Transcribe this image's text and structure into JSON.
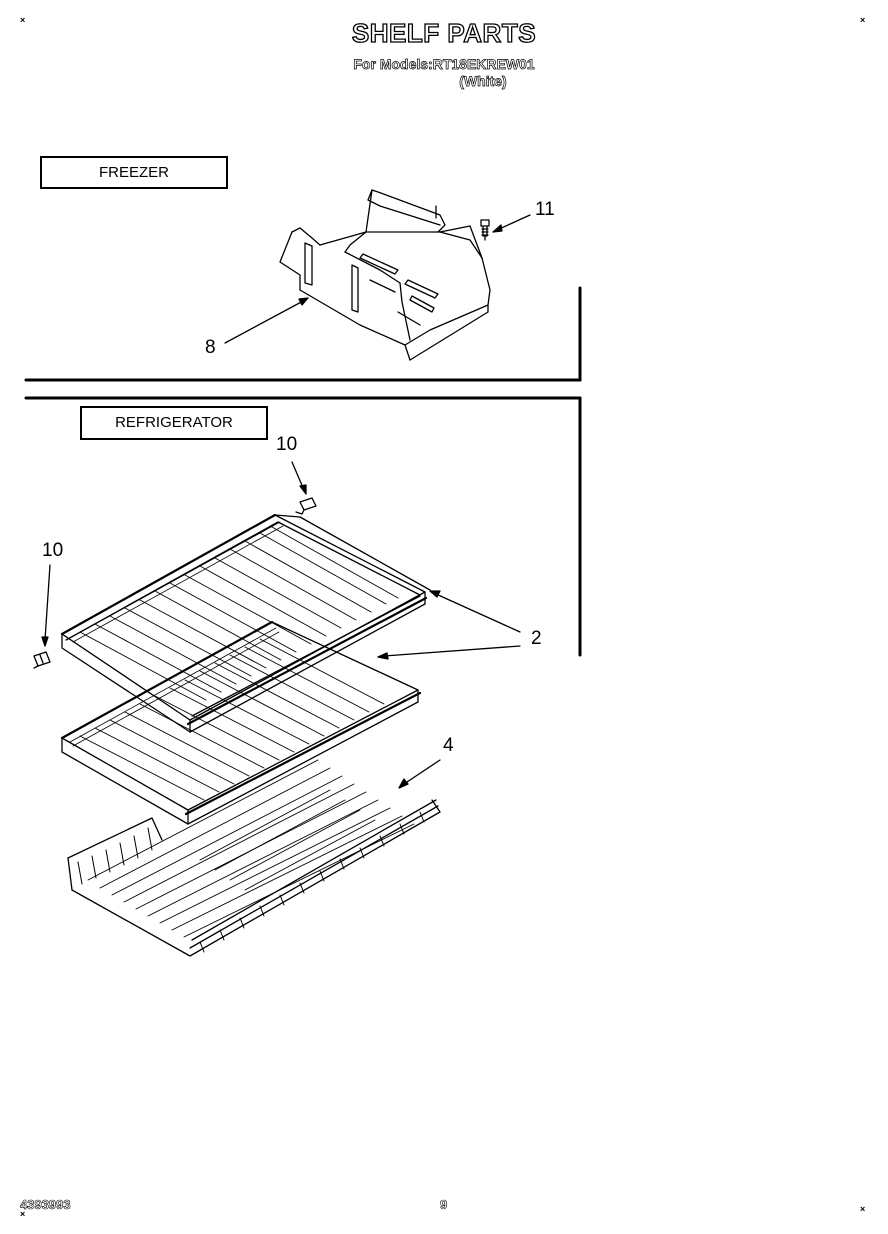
{
  "header": {
    "title": "SHELF PARTS",
    "models_line": "For Models:RT18EKREW01",
    "color_line": "(White)"
  },
  "corner_marks": [
    "×",
    "×",
    "×",
    "×"
  ],
  "sections": {
    "freezer_label": "FREEZER",
    "refrigerator_label": "REFRIGERATOR"
  },
  "callouts": {
    "c11": "11",
    "c8": "8",
    "c10_top": "10",
    "c10_left": "10",
    "c2": "2",
    "c4": "4"
  },
  "footer": {
    "doc_number": "4393993",
    "page_number": "9"
  }
}
